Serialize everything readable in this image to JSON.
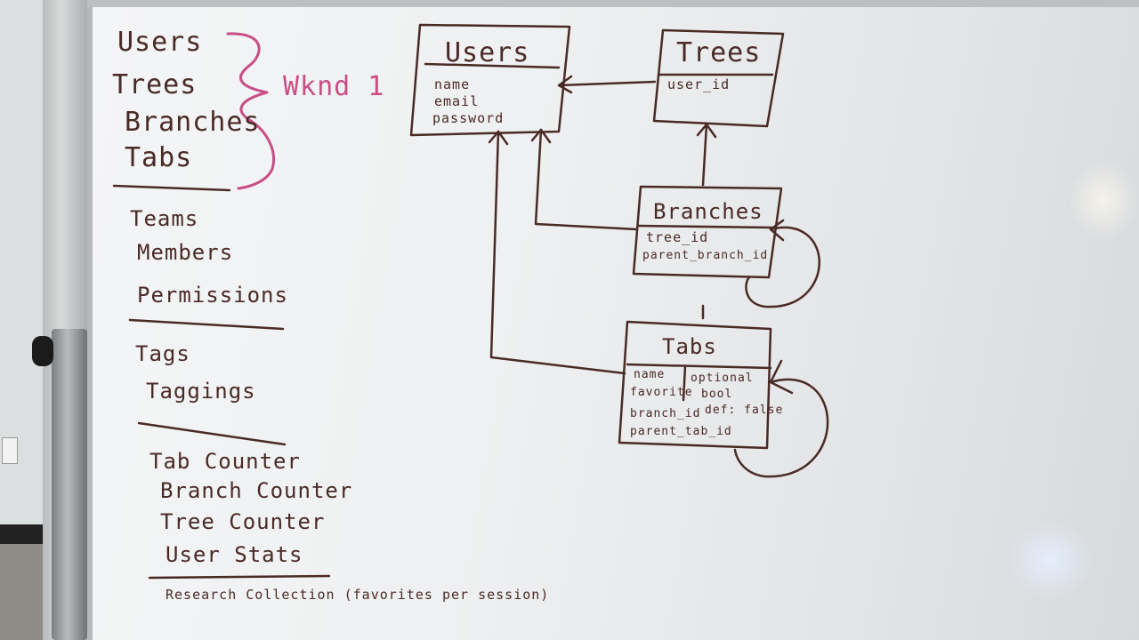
{
  "list": {
    "group1": [
      "Users",
      "Trees",
      "Branches",
      "Tabs"
    ],
    "group1_note": "Wknd 1",
    "group2": [
      "Teams",
      "Members",
      "Permissions"
    ],
    "group3": [
      "Tags",
      "Taggings"
    ],
    "group4": [
      "Tab Counter",
      "Branch Counter",
      "Tree Counter",
      "User Stats"
    ],
    "group5": "Research Collection (favorites per session)"
  },
  "tables": {
    "users": {
      "title": "Users",
      "fields": [
        "name",
        "email",
        "password"
      ]
    },
    "trees": {
      "title": "Trees",
      "fields": [
        "user_id"
      ]
    },
    "branches": {
      "title": "Branches",
      "fields": [
        "tree_id",
        "parent_branch_id"
      ]
    },
    "tabs": {
      "title": "Tabs",
      "fields": [
        "name",
        "favorite",
        "branch_id",
        "parent_tab_id"
      ],
      "notes": [
        "optional",
        "bool",
        "def: false"
      ]
    }
  },
  "colors": {
    "ink": "#4a2a26",
    "marker_pink": "#c84f86",
    "board": "#eef0f1"
  }
}
